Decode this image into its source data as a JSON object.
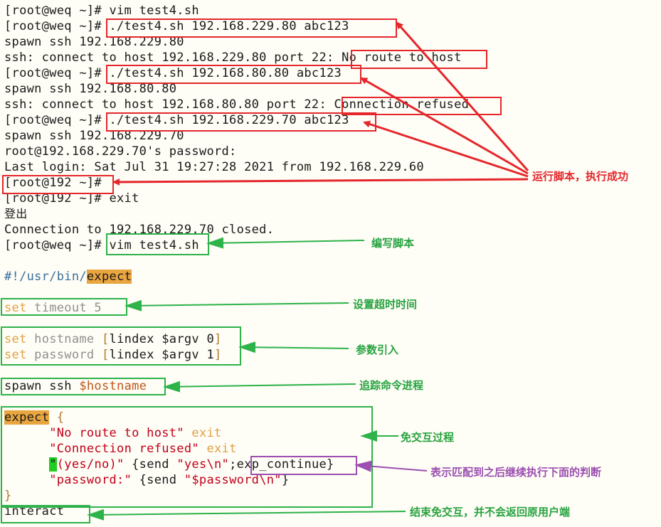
{
  "terminal": {
    "lines": [
      "[root@weq ~]# vim test4.sh",
      "[root@weq ~]# ./test4.sh 192.168.229.80 abc123",
      "spawn ssh 192.168.229.80",
      "ssh: connect to host 192.168.229.80 port 22: No route to host",
      "[root@weq ~]# ./test4.sh 192.168.80.80 abc123",
      "spawn ssh 192.168.80.80",
      "ssh: connect to host 192.168.80.80 port 22: Connection refused",
      "[root@weq ~]# ./test4.sh 192.168.229.70 abc123",
      "spawn ssh 192.168.229.70",
      "root@192.168.229.70's password:",
      "Last login: Sat Jul 31 19:27:28 2021 from 192.168.229.60",
      "[root@192 ~]#",
      "[root@192 ~]# exit",
      "登出",
      "Connection to 192.168.229.70 closed.",
      "[root@weq ~]# vim test4.sh"
    ]
  },
  "script": {
    "shebang_prefix": "#!/usr/bin/",
    "shebang_cmd": "expect",
    "set_kw": "set",
    "timeout_rest": "timeout 5",
    "hostname_var": "hostname",
    "password_var": "password",
    "bracket_open": "[",
    "lindex_argv0": "lindex $argv 0",
    "lindex_argv1": "lindex $argv 1",
    "bracket_close": "]",
    "spawn_cmd": "spawn ssh ",
    "spawn_var": "$hostname",
    "expect_kw": "expect",
    "brace_open": "{",
    "str_no_route": "\"No route to host\"",
    "str_conn_refused": "\"Connection refused\"",
    "exit_kw": "exit",
    "quote": "\"",
    "str_yesno_rest": "(yes/no)\"",
    "send_yes_pre": " {send ",
    "str_yes": "\"yes\\n\"",
    "send_yes_post": ";",
    "exp_continue": "exp_continue}",
    "str_password": "\"password:\"",
    "send_pw_pre": " {send ",
    "str_pw_var": "\"$password\\n\"",
    "send_pw_post": "}",
    "brace_close": "}",
    "interact": "interact"
  },
  "annotations": {
    "run_success": "运行脚本，执行成功",
    "write_script": "编写脚本",
    "set_timeout": "设置超时时间",
    "param_import": "参数引入",
    "track_process": "追踪命令进程",
    "no_interaction": "免交互过程",
    "continue_match": "表示匹配到之后继续执行下面的判断",
    "end_interaction": "结束免交互，并不会返回原用户端"
  },
  "colors": {
    "red_annotation": "#e5262b",
    "green_annotation": "#2db34a",
    "purple_annotation": "#9b4fb0",
    "keyword_highlight": "#e9a53f",
    "cursor": "#22cc22"
  }
}
